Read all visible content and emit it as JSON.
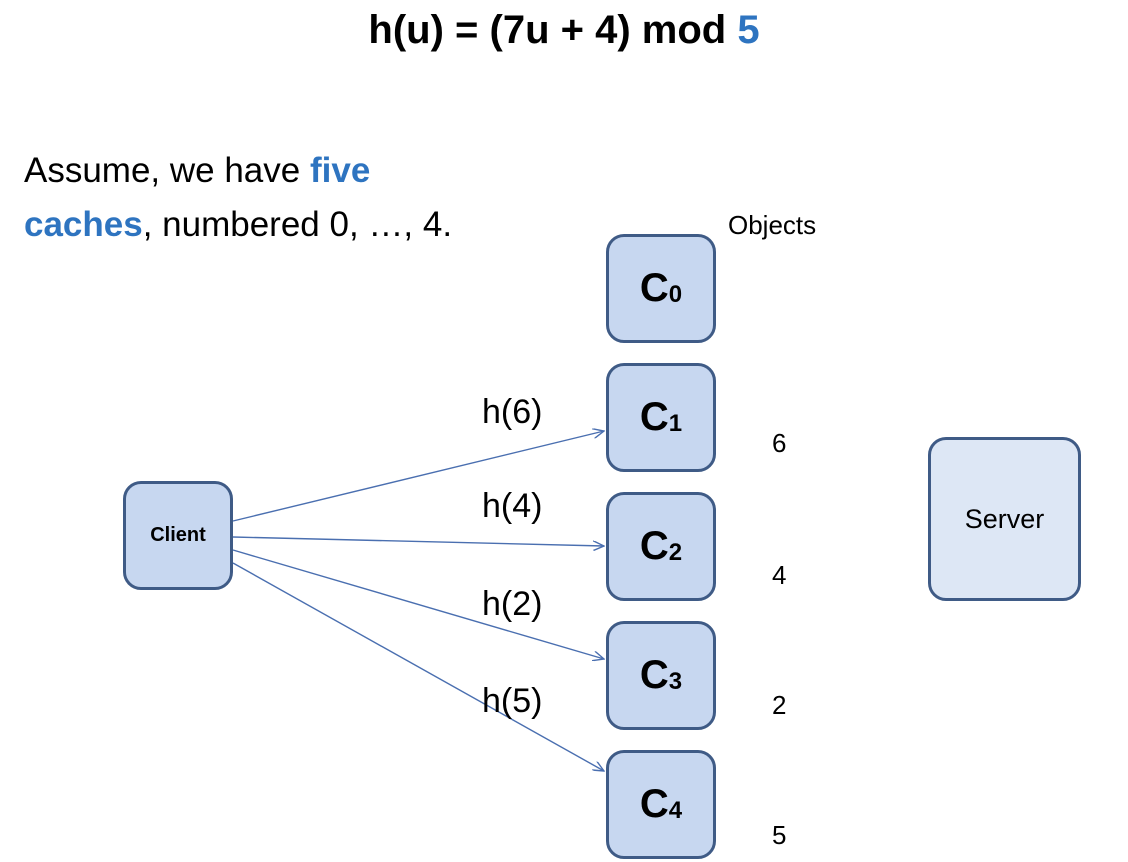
{
  "title": {
    "prefix": "h(u) = (7u + 4) mod ",
    "modulus": "5"
  },
  "intro": {
    "part1": "Assume, we have ",
    "highlight1": "five",
    "highlight2": "caches",
    "part2": ", numbered 0, …, 4."
  },
  "objects_header": "Objects",
  "caches": [
    {
      "letter": "C",
      "index": "0"
    },
    {
      "letter": "C",
      "index": "1"
    },
    {
      "letter": "C",
      "index": "2"
    },
    {
      "letter": "C",
      "index": "3"
    },
    {
      "letter": "C",
      "index": "4"
    }
  ],
  "client": "Client",
  "server": "Server",
  "hash_labels": [
    "h(6)",
    "h(4)",
    "h(2)",
    "h(5)"
  ],
  "objects": [
    "6",
    "4",
    "2",
    "5"
  ],
  "colors": {
    "accent": "#2e74c0",
    "node_fill": "#c7d7f0",
    "node_border": "#3f5b86",
    "server_fill": "#dde7f5",
    "arrow": "#4a6fb0"
  }
}
